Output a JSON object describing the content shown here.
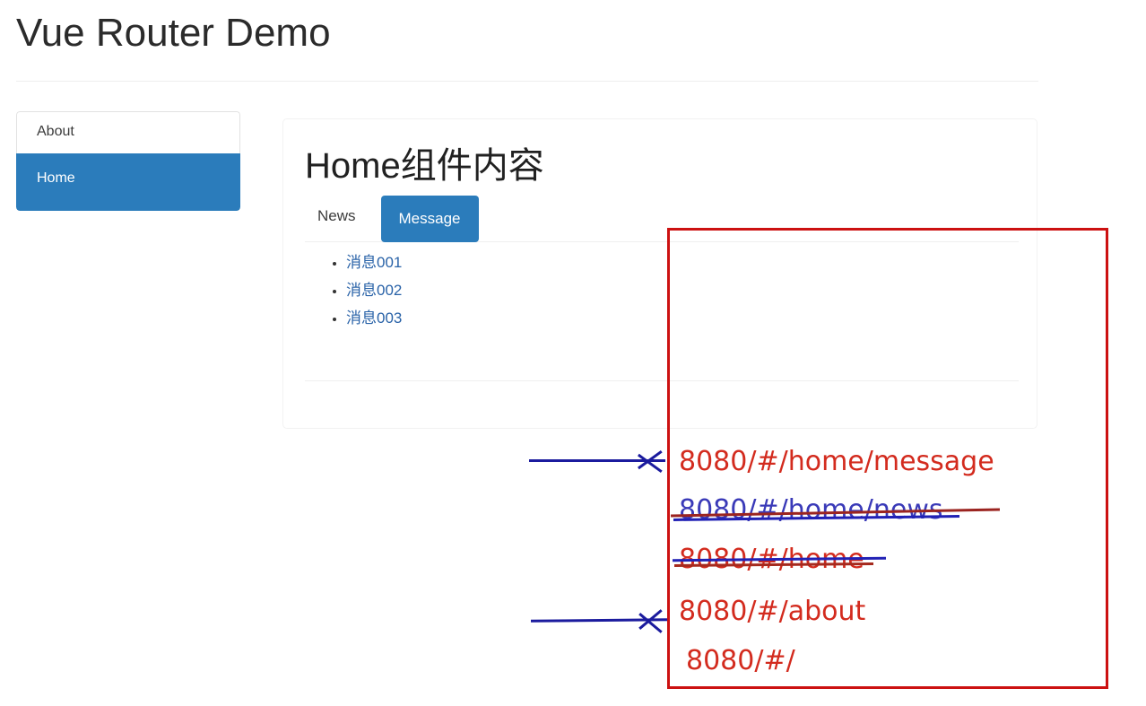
{
  "header": {
    "title": "Vue Router Demo"
  },
  "sidebar": {
    "items": [
      {
        "label": "About",
        "active": false
      },
      {
        "label": "Home",
        "active": true
      }
    ]
  },
  "panel": {
    "heading": "Home组件内容",
    "tabs": [
      {
        "label": "News",
        "active": false
      },
      {
        "label": "Message",
        "active": true
      }
    ],
    "messages": [
      {
        "label": "消息001"
      },
      {
        "label": "消息002"
      },
      {
        "label": "消息003"
      }
    ]
  },
  "annotation": {
    "box_color": "#cc1111",
    "arrow_color": "#1b1b9e",
    "urls": [
      {
        "text": "8080/#/home/message",
        "struck": false,
        "arrow": true,
        "color": "#d32b1e"
      },
      {
        "text": "8080/#/home/news",
        "struck": true,
        "arrow": false,
        "color": "#3a3ab8"
      },
      {
        "text": "8080/#/home",
        "struck": true,
        "arrow": false,
        "color": "#d32b1e"
      },
      {
        "text": "8080/#/about",
        "struck": false,
        "arrow": true,
        "color": "#d32b1e"
      },
      {
        "text": "8080/#/",
        "struck": false,
        "arrow": false,
        "color": "#d32b1e"
      }
    ]
  },
  "colors": {
    "accent_blue": "#2b7cbb",
    "link_blue": "#2a63a8",
    "annotation_red": "#d32b1e",
    "annotation_blue": "#1b1b9e"
  }
}
